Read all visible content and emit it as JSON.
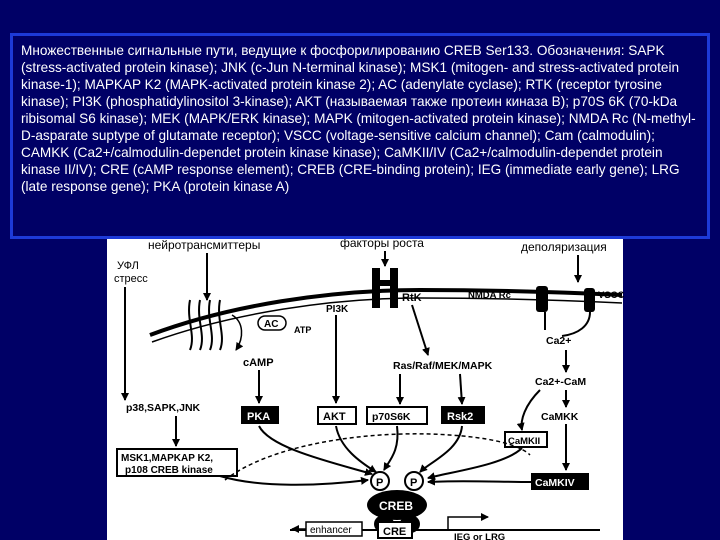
{
  "caption": "Множественные сигнальные пути, ведущие к фосфорилированию CREB Ser133. Обозначения: SAPK (stress-activated protein kinase); JNK (c-Jun N-terminal kinase); MSK1 (mitogen- and stress-activated protein kinase-1); MAPKAP K2 (MAPK-activated protein kinase 2); AC (adenylate cyclase); RTK (receptor tyrosine kinase); PI3K (phosphatidylinositol 3-kinase); AKT (называемая также протеин киназа B); p70S 6K (70-kDa ribisomal S6 kinase); MEK (MAPK/ERK kinase); MAPK (mitogen-activated protein kinase); NMDA Rc (N-methyl-D-asparate suptype of glutamate receptor); VSCC (voltage-sensitive calcium channel); Cam (calmodulin); CAMKK (Ca2+/calmodulin-dependet protein kinase kinase); CaMKII/IV (Ca2+/calmodulin-dependet protein kinase II/IV); CRE (cAMP response element); CREB (CRE-binding protein); IEG (immediate early gene); LRG (late response gene); PKA (protein kinase A)",
  "labels": {
    "neuro": "нейротрансмиттеры",
    "growth": "факторы роста",
    "depol": "деполяризация",
    "ufl": "УФЛ",
    "stress": "стресс",
    "rtk": "RtK",
    "pi3k": "PI3K",
    "nmda": "NMDA Rc",
    "vscc": "VSCC",
    "ac": "AC",
    "atp": "ATP",
    "camp": "cAMP",
    "ca2": "Ca2+",
    "ras": "Ras/Raf/MEK/MAPK",
    "cacam": "Ca2+-CaM",
    "p38": "p38,SAPK,JNK",
    "pka": "PKA",
    "akt": "AKT",
    "p70": "p70S6K",
    "rsk2": "Rsk2",
    "camkk": "CaMKK",
    "camkii": "CaMKII",
    "msk1": "MSK1,MAPKAP K2,",
    "p108": "p108 CREB kinase",
    "camkiv": "CaMKIV",
    "p1": "P",
    "p2": "P",
    "creb": "CREB",
    "enhancer": "enhancer",
    "cre": "CRE",
    "ieg": "IEG or LRG"
  },
  "colors": {
    "background": "#000066",
    "caption_border": "#1d3ad8",
    "panel": "#ffffff",
    "ink": "#000000"
  }
}
